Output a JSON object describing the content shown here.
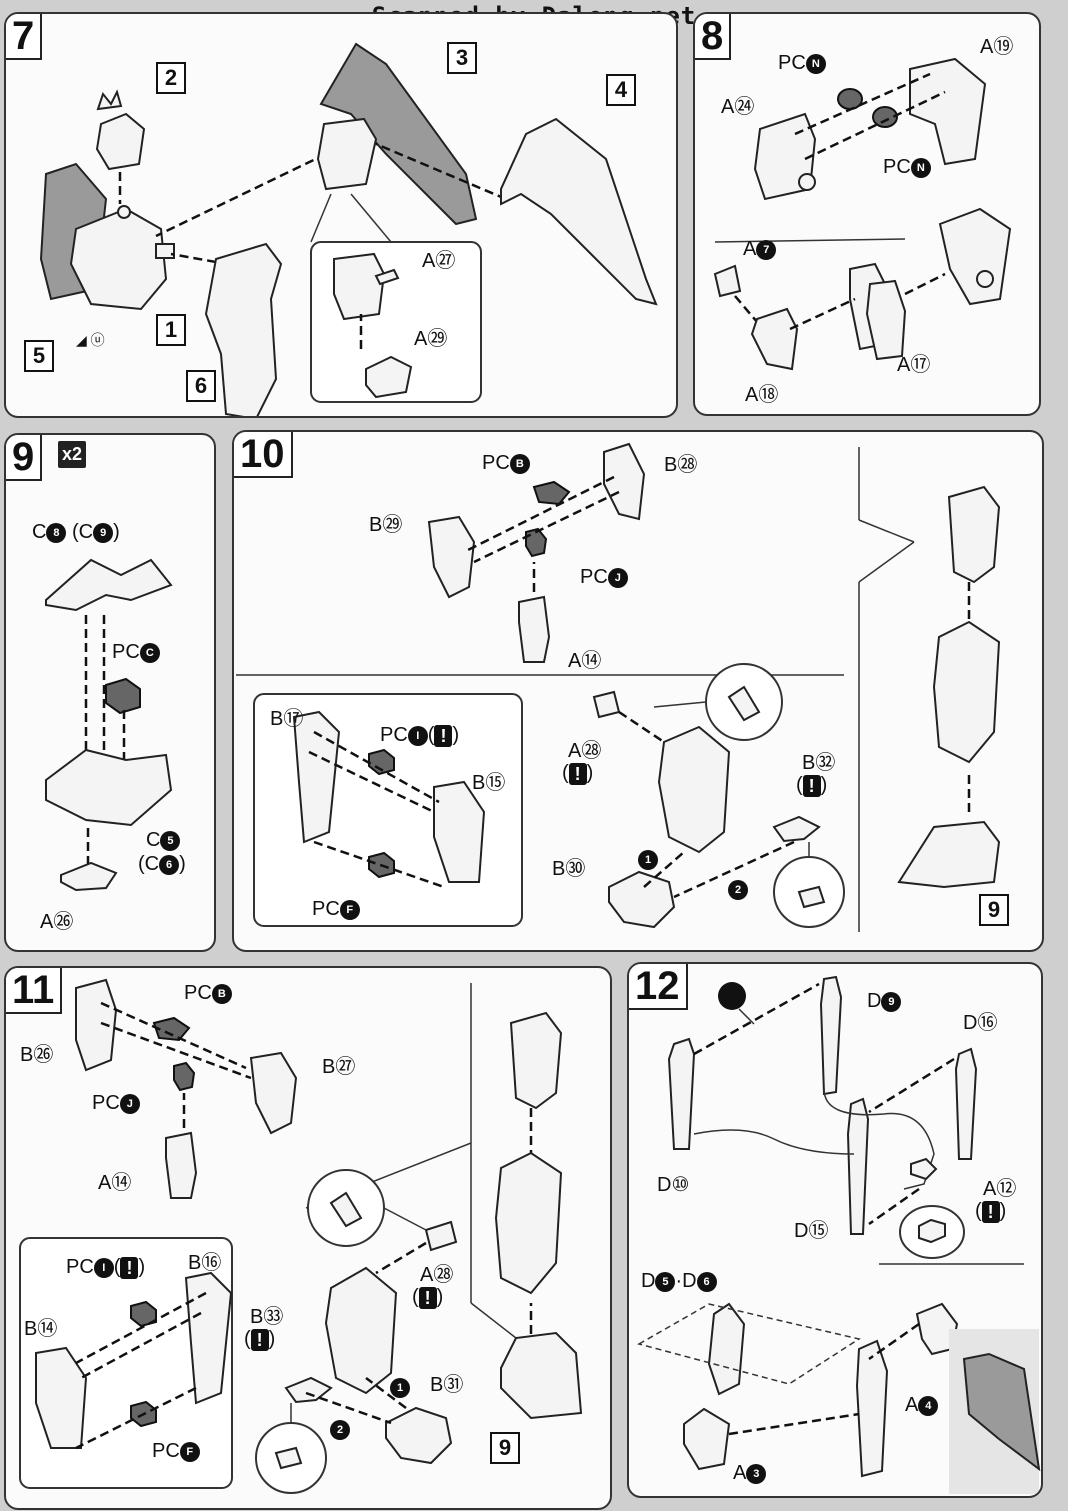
{
  "header": {
    "scan_credit": "Scanned by Dalong.net"
  },
  "steps": {
    "s7": {
      "number": "7",
      "callouts": [
        "1",
        "2",
        "3",
        "4",
        "5",
        "6"
      ],
      "labels": {
        "a27": "A㉗",
        "a29": "A㉙"
      },
      "mark_icon": "◢ ⓤ"
    },
    "s8": {
      "number": "8",
      "labels": {
        "pcn1": "PC",
        "pcn1b": "N",
        "a19": "A⑲",
        "a24": "A㉔",
        "pcn2": "PC",
        "pcn2b": "N",
        "a7": "A",
        "a7b": "7",
        "a17": "A⑰",
        "a18": "A⑱"
      }
    },
    "s9": {
      "number": "9",
      "multiplier": "x2",
      "labels": {
        "c8": "C",
        "c8b": "8",
        "c9": "(C",
        "c9b": "9",
        "c9c": ")",
        "pcc": "PC",
        "pccb": "C",
        "c5": "C",
        "c5b": "5",
        "c6": "(C",
        "c6b": "6",
        "c6c": ")",
        "a26": "A㉖"
      }
    },
    "s10": {
      "number": "10",
      "callout": "9",
      "labels": {
        "pcb": "PC",
        "pcbb": "B",
        "b28": "B㉘",
        "b29": "B㉙",
        "pcj": "PC",
        "pcjb": "J",
        "a14": "A⑭",
        "b17": "B⑰",
        "pci": "PC",
        "pcib": "I",
        "b15": "B⑮",
        "a28": "A㉘",
        "b32": "B㉜",
        "pcf": "PC",
        "pcfb": "F",
        "b30": "B㉚",
        "o1": "1",
        "o2": "2"
      }
    },
    "s11": {
      "number": "11",
      "callout": "9",
      "labels": {
        "pcb": "PC",
        "pcbb": "B",
        "b26": "B㉖",
        "b27": "B㉗",
        "pcj": "PC",
        "pcjb": "J",
        "a14": "A⑭",
        "pci": "PC",
        "pcib": "I",
        "b16": "B⑯",
        "b14": "B⑭",
        "a28": "A㉘",
        "b33": "B㉝",
        "b31": "B㉛",
        "pcf": "PC",
        "pcfb": "F",
        "o1": "1",
        "o2": "2"
      }
    },
    "s12": {
      "number": "12",
      "labels": {
        "d9": "D",
        "d9b": "9",
        "d16": "D⑯",
        "d10": "D⑩",
        "d15": "D⑮",
        "a12": "A⑫",
        "d5": "D",
        "d5b": "5",
        "d6": "·D",
        "d6b": "6",
        "a4": "A",
        "a4b": "4",
        "a3": "A",
        "a3b": "3"
      }
    }
  },
  "warn_symbol": "!",
  "colors": {
    "panel_bg": "#fbfbfb",
    "page_bg": "#cfcfcf",
    "ink": "#111111"
  }
}
